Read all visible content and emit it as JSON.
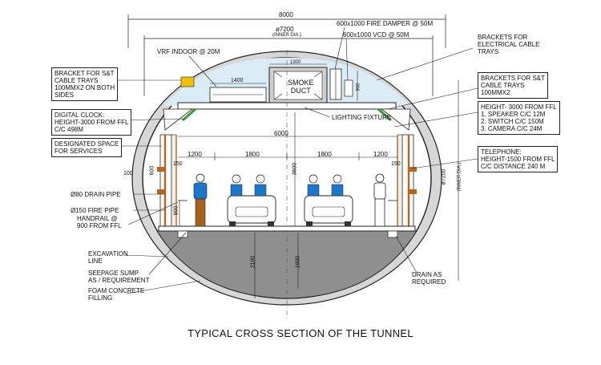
{
  "title": "TYPICAL CROSS SECTION OF THE TUNNEL",
  "dimensions": {
    "overall_width": "8000",
    "inner_width": "ø7200",
    "inner_width_note": "(INNER DIA.)",
    "ceiling_width_a": "1300",
    "duct_height": "900",
    "vrf_dim": "1400",
    "dim_6000": "6000",
    "dim_1200_left": "1200",
    "dim_1800_a": "1800",
    "dim_1800_b": "1800",
    "dim_1200_right": "1200",
    "dim_3600": "3600",
    "dim_150_left": "150",
    "dim_150_right": "150",
    "dim_100": "100",
    "dim_900_rail": "900",
    "dim_600": "600",
    "dim_2100": "2100",
    "dim_1600": "1600",
    "inner_height": "ø7200",
    "inner_height_note": "(INNER DIA.)"
  },
  "labels": {
    "fire_damper": "600x1000 FIRE DAMPER @ 50M",
    "vcd": "600x1000 VCD @ 50M",
    "vrf": "VRF INDOOR @ 20M",
    "smoke_duct": "SMOKE\nDUCT",
    "lighting": "LIGHTING FIXTURE",
    "brackets_elec": "BRACKETS FOR\nELECTRICAL CABLE\nTRAYS",
    "brackets_st_right": "BRACKETS FOR S&T\nCABLE TRAYS\n100MMX2",
    "height_3000": "HEIGHT- 3000 FROM FFL\n1. SPEAKER C/C 12M\n2. SWITCH C/C 150M\n3. CAMERA C/C 24M",
    "telephone": "TELEPHONE:\nHEIGHT-1500 FROM FFL\nC/C DISTANCE 240 M",
    "bracket_st_left": "BRACKET FOR S&T\nCABLE TRAYS\n100MMX2 ON BOTH\nSIDES",
    "digital_clock": "DIGITAL CLOCK:\nHEIGHT-3000 FROM FFL\nC/C 498M",
    "designated": "DESIGNATED SPACE\nFOR SERVICES",
    "drain_pipe": "Ø80 DRAIN PIPE",
    "fire_pipe": "Ø150 FIRE PIPE",
    "handrail": "HANDRAIL @\n900 FROM FFL",
    "excavation": "EXCAVATION\nLINE",
    "seepage": "SEEPAGE SUMP\nAS / REQUIREMENT",
    "foam": "FOAM CONCRETE\nFILLING",
    "drain_as": "DRAIN AS\nREQUIRED"
  },
  "colors": {
    "line": "#222222",
    "glass": "#d8ecf8",
    "shade": "#cfcfcf",
    "floor_fill": "#9a9a9a",
    "bracket_green": "#3a9a3a",
    "wall_brown": "#b8651e",
    "clock_yellow": "#f2c200",
    "shirt_blue": "#1b78c8",
    "pants_brown": "#a8601e"
  }
}
